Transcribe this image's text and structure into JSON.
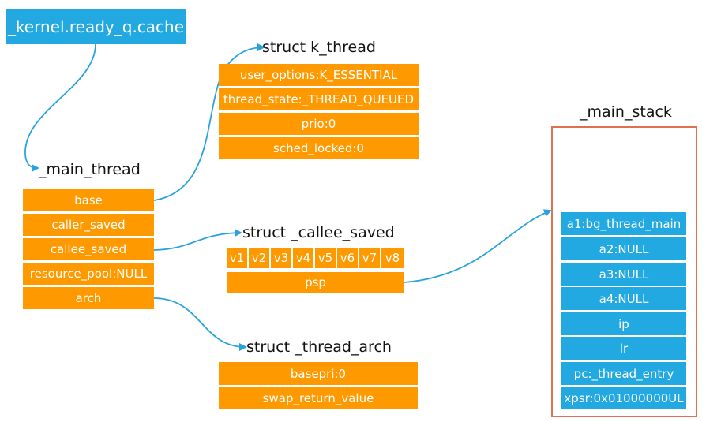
{
  "colors": {
    "orange": "#ff9900",
    "blue": "#22a9e1",
    "frame": "#e07050",
    "arrow": "#2aa3dd"
  },
  "ready_q": {
    "label": "_kernel.ready_q.cache"
  },
  "main_thread": {
    "title": "_main_thread",
    "fields": [
      "base",
      "caller_saved",
      "callee_saved",
      "resource_pool:NULL",
      "arch"
    ]
  },
  "k_thread": {
    "title": "struct k_thread",
    "fields": [
      "user_options:K_ESSENTIAL",
      "thread_state:_THREAD_QUEUED",
      "prio:0",
      "sched_locked:0"
    ]
  },
  "callee_saved": {
    "title": "struct _callee_saved",
    "regs": [
      "v1",
      "v2",
      "v3",
      "v4",
      "v5",
      "v6",
      "v7",
      "v8"
    ],
    "psp": "psp"
  },
  "thread_arch": {
    "title": "struct _thread_arch",
    "fields": [
      "basepri:0",
      "swap_return_value"
    ]
  },
  "main_stack": {
    "title": "_main_stack",
    "fields": [
      "a1:bg_thread_main",
      "a2:NULL",
      "a3:NULL",
      "a4:NULL",
      "ip",
      "lr",
      "pc:_thread_entry",
      "xpsr:0x01000000UL"
    ]
  }
}
